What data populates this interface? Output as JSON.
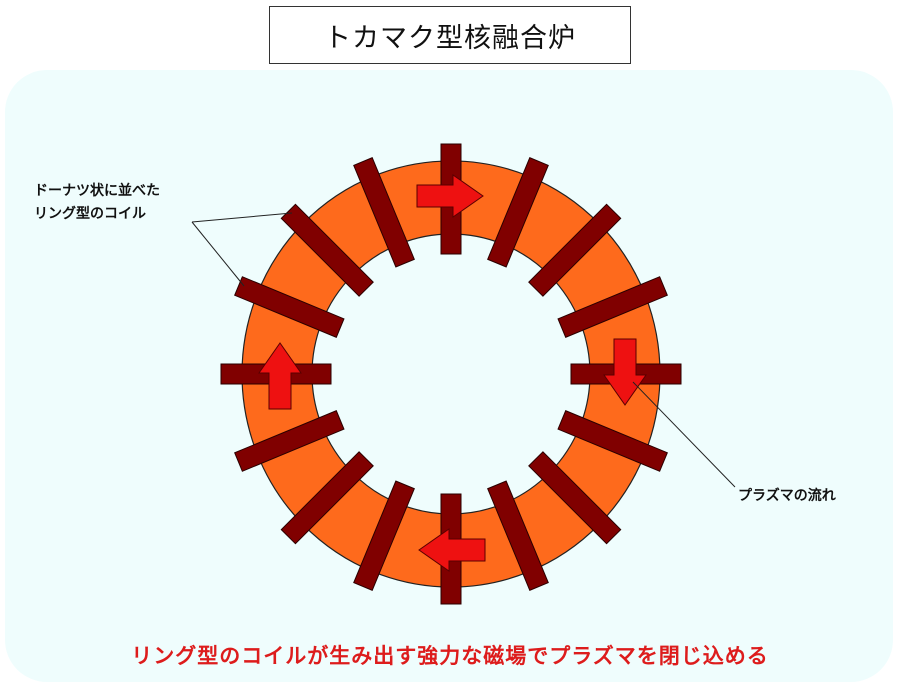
{
  "title": "トカマク型核融合炉",
  "labels": {
    "coils_line1": "ドーナツ状に並べた",
    "coils_line2": "リング型のコイル",
    "plasma": "プラズマの流れ"
  },
  "caption": "リング型のコイルが生み出す強力な磁場でプラズマを閉じ込める",
  "colors": {
    "torus": "#fe6a1c",
    "coil": "#800000",
    "arrow": "#ee1111",
    "caption": "#dd1c1c",
    "panel": "#effdfd"
  },
  "coil_count": 16,
  "flow_arrows": [
    "right",
    "down",
    "left",
    "up"
  ]
}
